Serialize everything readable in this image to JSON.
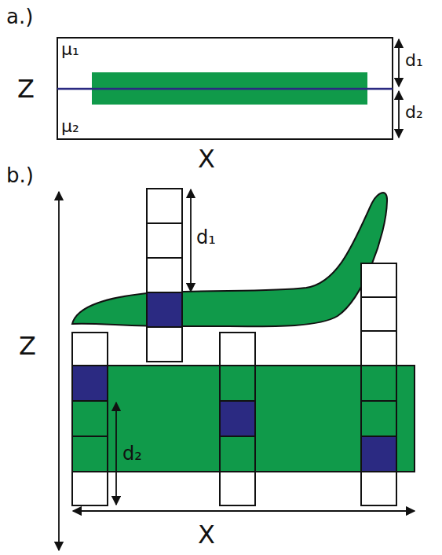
{
  "diagram": {
    "labels": [
      "a.)",
      "Z",
      "μ₁",
      "μ₂",
      "d₁",
      "d₂",
      "X",
      "b.)",
      "d₁",
      "Z",
      "d₂",
      "X"
    ]
  }
}
